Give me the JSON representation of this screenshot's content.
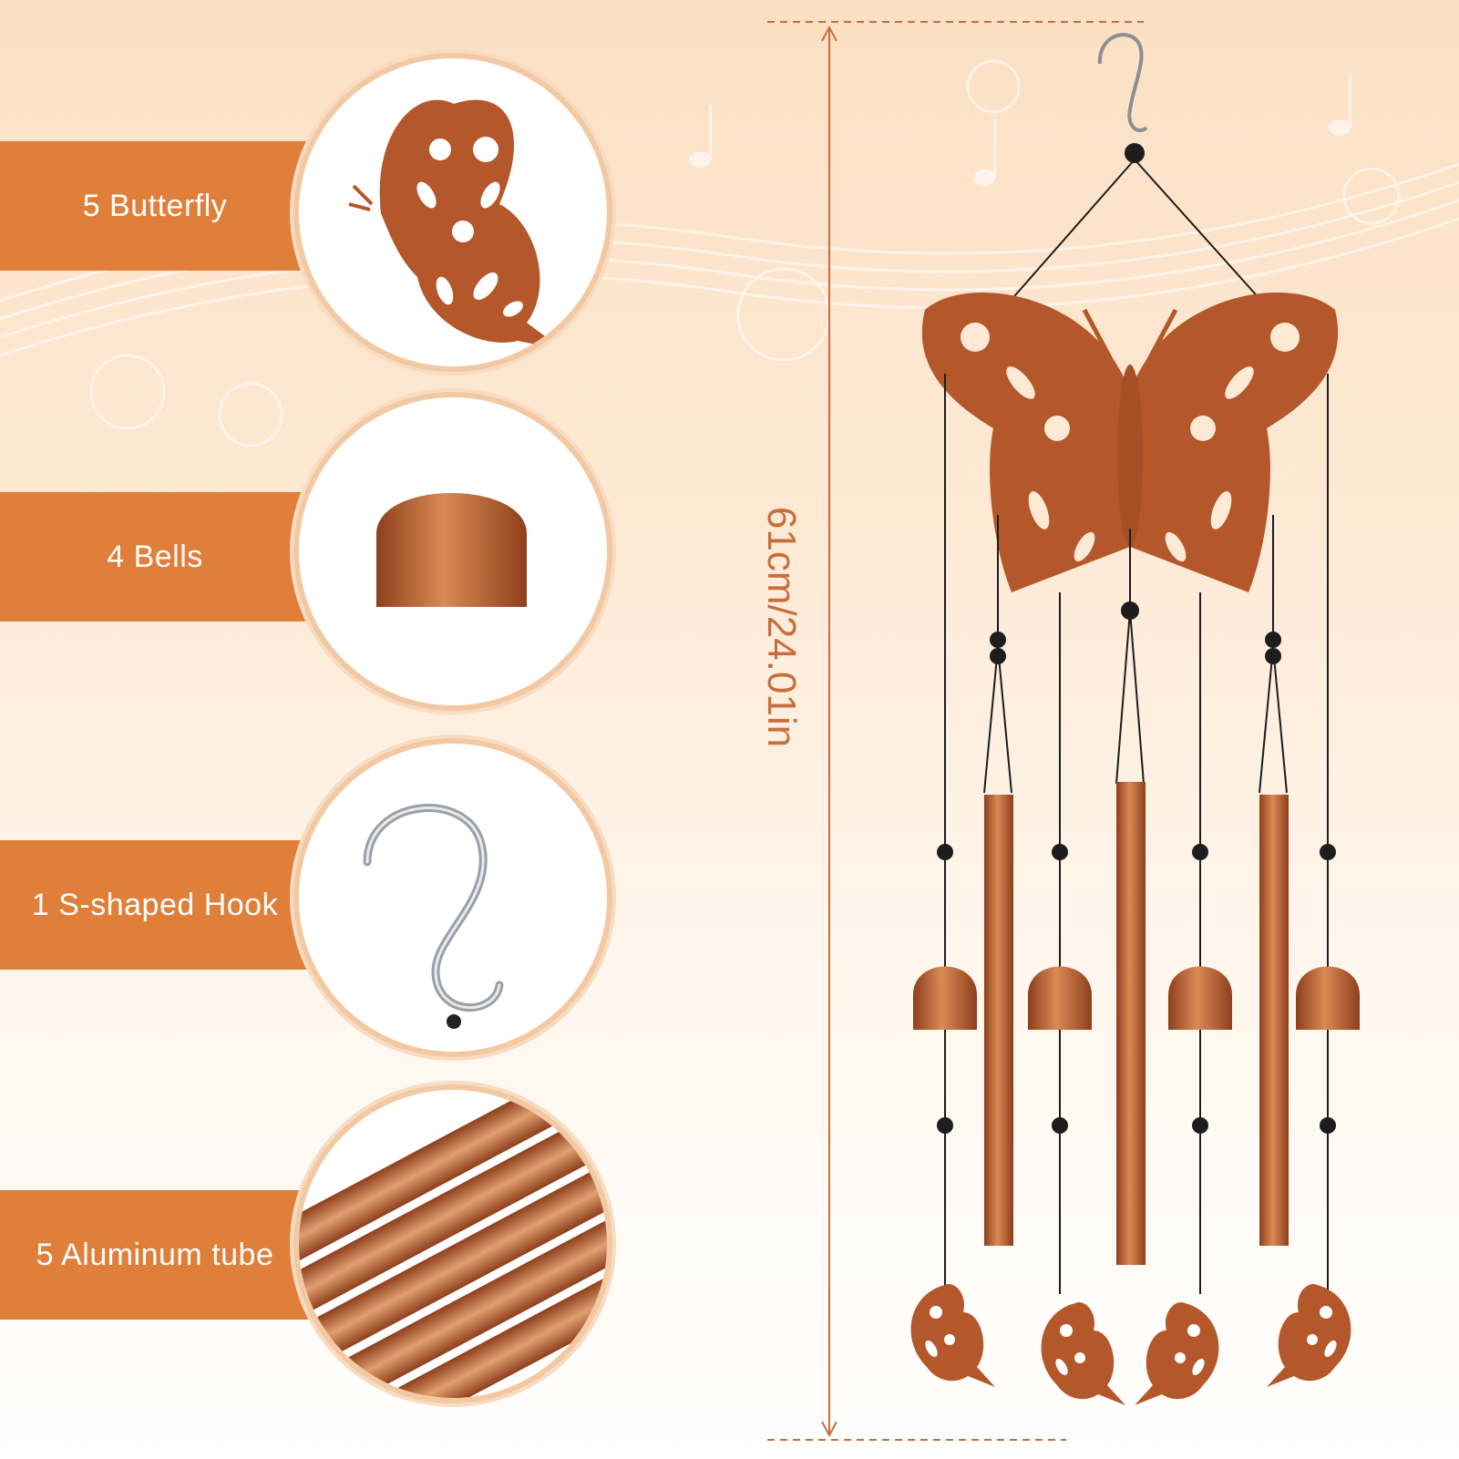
{
  "features": [
    {
      "label": "5 Butterfly",
      "icon": "butterfly-icon"
    },
    {
      "label": "4 Bells",
      "icon": "bell-icon"
    },
    {
      "label": "1 S-shaped Hook",
      "icon": "s-hook-icon"
    },
    {
      "label": "5 Aluminum tube",
      "icon": "tube-icon"
    }
  ],
  "dimension": {
    "label": "61cm/24.01in"
  },
  "colors": {
    "accent": "#e07f3a",
    "copper": "#b4572a",
    "copper_light": "#d98a55",
    "dimension_line": "#c66f3c",
    "ring": "#f3c9a4"
  }
}
